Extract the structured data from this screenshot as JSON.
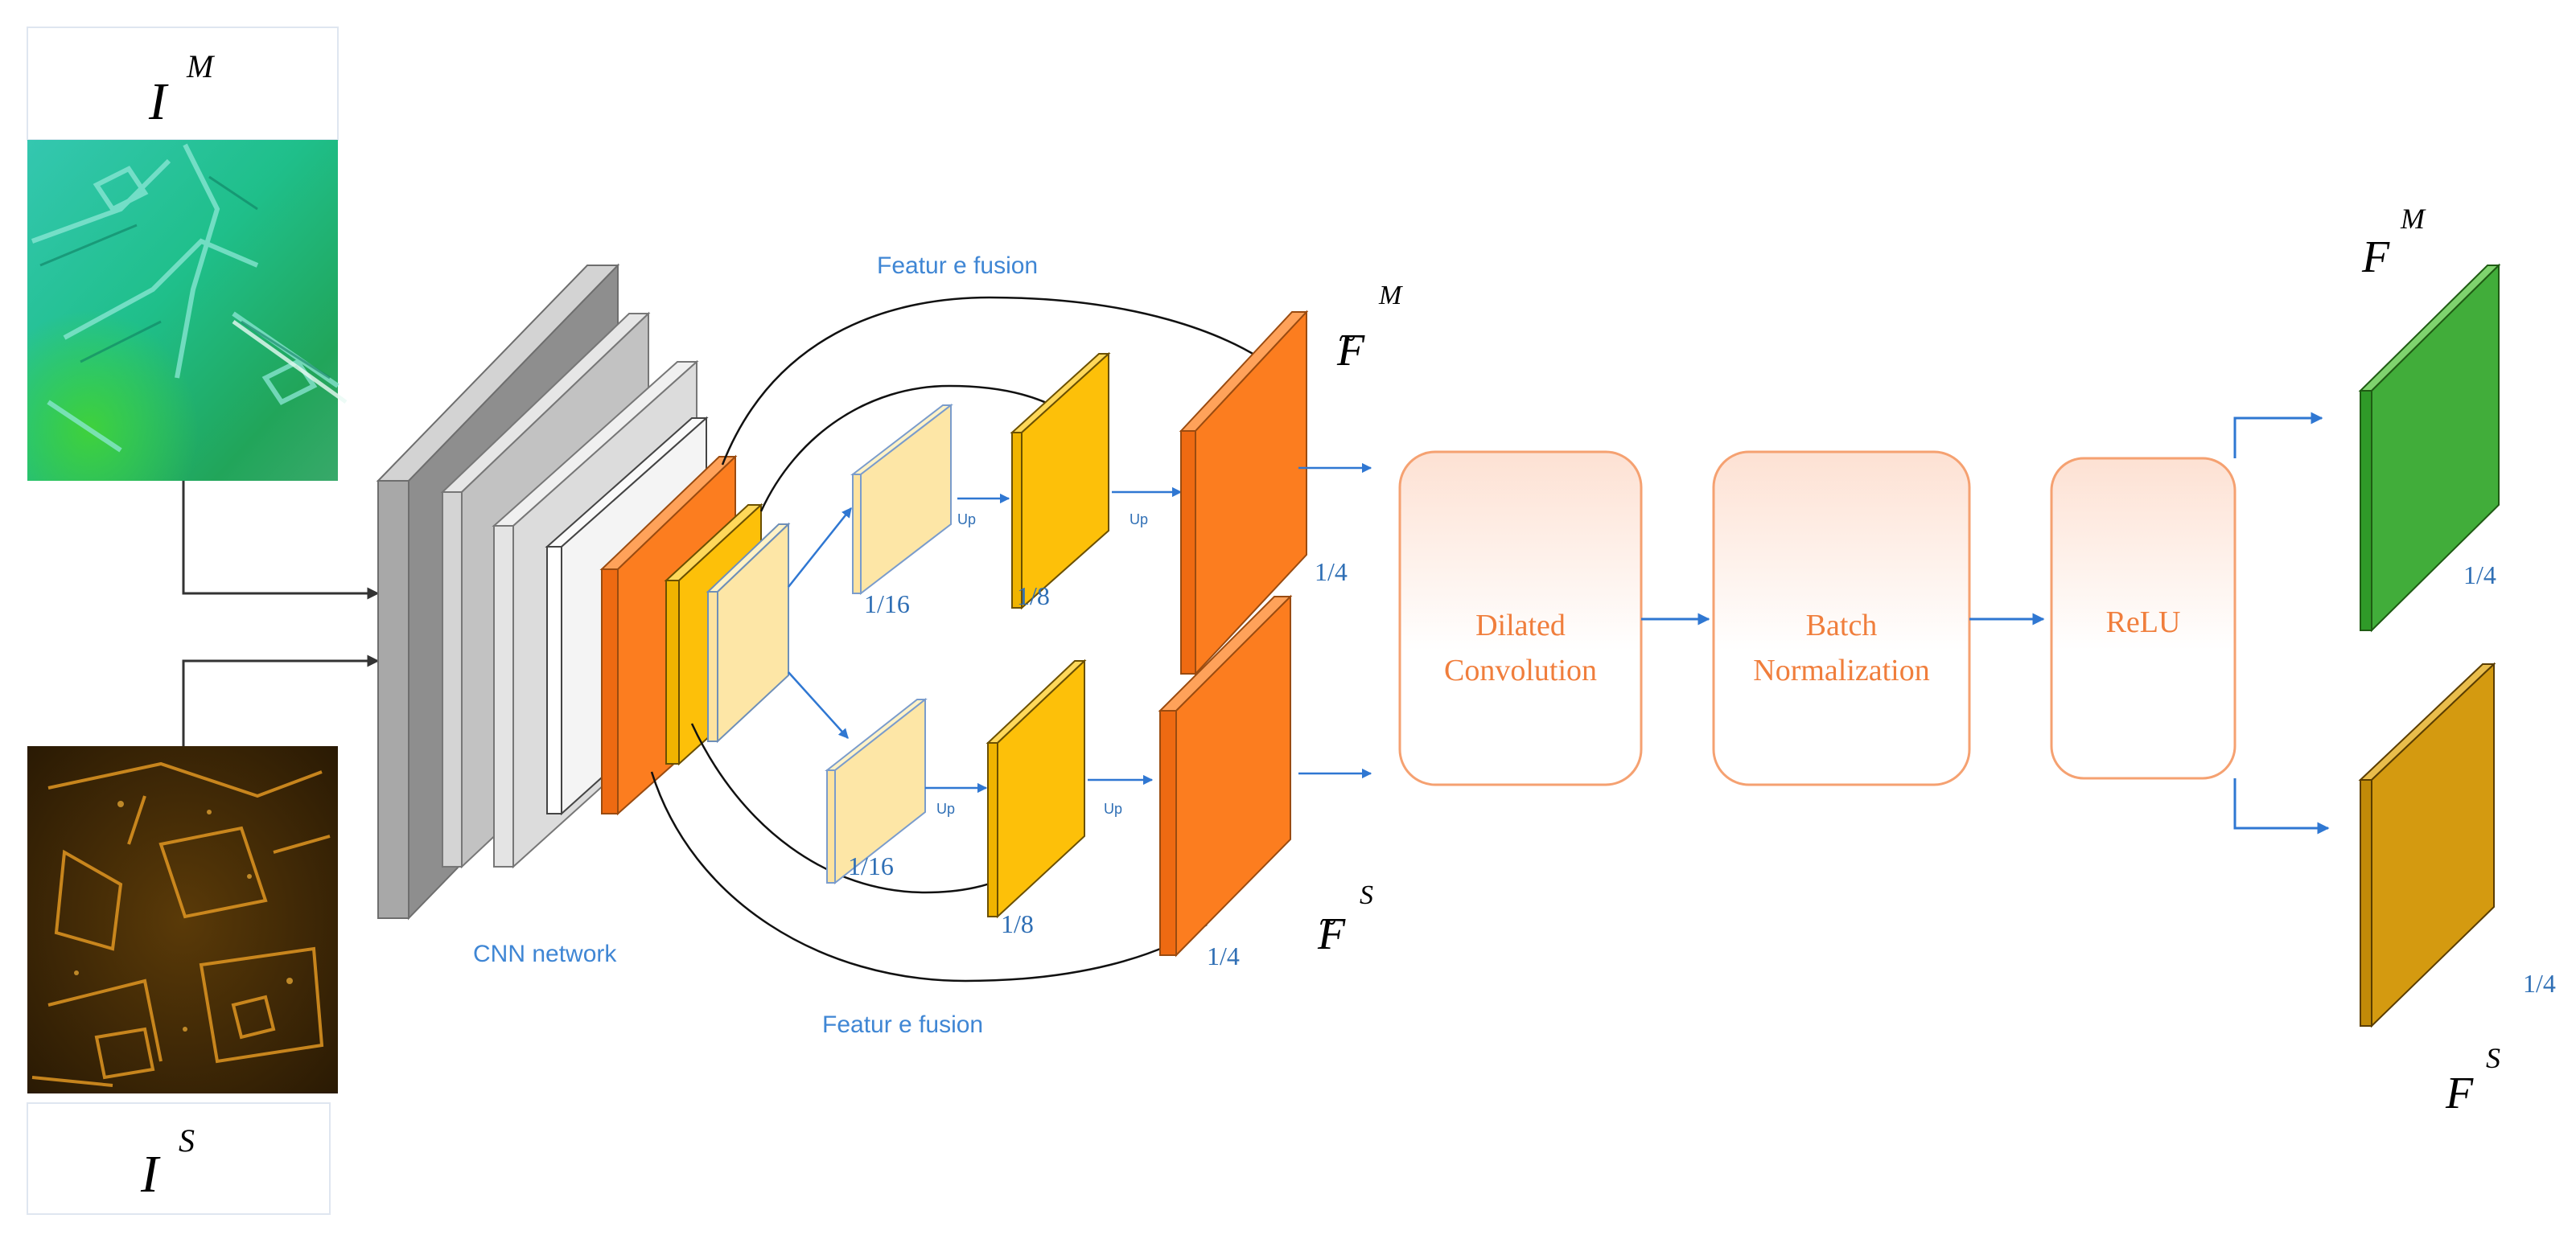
{
  "inputs": {
    "top_label_base": "I",
    "top_label_sup": "M",
    "bottom_label_base": "I",
    "bottom_label_sup": "S"
  },
  "labels": {
    "cnn_network": "CNN network",
    "feature_fusion_top": "Featur e fusion",
    "feature_fusion_bottom": "Featur e fusion",
    "up": "Up",
    "scale_1_16": "1/16",
    "scale_1_8": "1/8",
    "scale_1_4": "1/4"
  },
  "fused_features": {
    "top_base": "F",
    "top_sup": "M",
    "bottom_base": "F",
    "bottom_sup": "S",
    "tilde": "~"
  },
  "blocks": {
    "dilated_line1": "Dilated",
    "dilated_line2": "Convolution",
    "batch_line1": "Batch",
    "batch_line2": "Normalization",
    "relu": "ReLU"
  },
  "outputs": {
    "top_base": "F",
    "top_sup": "M",
    "bottom_base": "F",
    "bottom_sup": "S",
    "top_scale": "1/4",
    "bottom_scale": "1/4"
  },
  "colors": {
    "arrow_blue": "#2f77d2",
    "cnn_orange": "#fc7d1f",
    "feature_yellow": "#fdc009",
    "feature_pale": "#fde6a6",
    "output_green": "#41ad3a",
    "output_gold": "#d49a10",
    "block_border": "#f5a171",
    "block_text": "#f07e3c"
  },
  "icons": {
    "top_input_image": "elevation-map-image",
    "bottom_input_image": "sar-image",
    "arrow": "arrow-right-icon"
  }
}
